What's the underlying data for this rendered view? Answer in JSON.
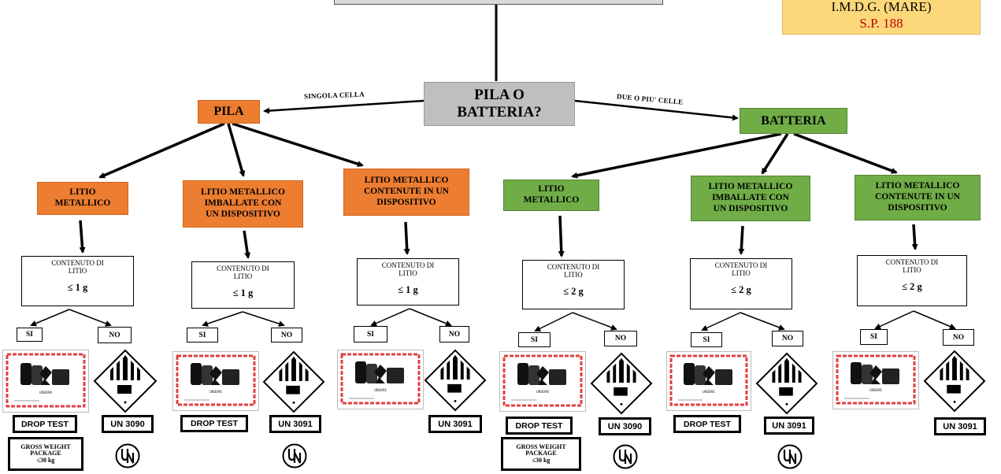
{
  "imdg": {
    "title": "I.M.D.G. (MARE)",
    "code": "S.P. 188"
  },
  "question": {
    "line1": "PILA O",
    "line2": "BATTERIA?"
  },
  "edges": {
    "single": "SINGOLA CELLA",
    "multi": "DUE O PIU' CELLE"
  },
  "pila": {
    "label": "PILA"
  },
  "batteria": {
    "label": "BATTERIA"
  },
  "categories": [
    {
      "lines": [
        "LITIO",
        "METALLICO"
      ]
    },
    {
      "lines": [
        "LITIO METALLICO",
        "IMBALLATE CON",
        "UN DISPOSITIVO"
      ]
    },
    {
      "lines": [
        "LITIO METALLICO",
        "CONTENUTE IN UN",
        "DISPOSITIVO"
      ]
    },
    {
      "lines": [
        "LITIO",
        "METALLICO"
      ]
    },
    {
      "lines": [
        "LITIO METALLICO",
        "IMBALLATE CON",
        "UN DISPOSITIVO"
      ]
    },
    {
      "lines": [
        "LITIO METALLICO",
        "CONTENUTE IN UN",
        "DISPOSITIVO"
      ]
    }
  ],
  "content": [
    {
      "l1": "CONTENUTO DI",
      "l2": "LITIO",
      "limit": "≤ 1 g"
    },
    {
      "l1": "CONTENUTO DI",
      "l2": "LITIO",
      "limit": "≤ 1 g"
    },
    {
      "l1": "CONTENUTO DI",
      "l2": "LITIO",
      "limit": "≤ 1 g"
    },
    {
      "l1": "CONTENUTO DI",
      "l2": "LITIO",
      "limit": "≤ 2 g"
    },
    {
      "l1": "CONTENUTO DI",
      "l2": "LITIO",
      "limit": "≤ 2 g"
    },
    {
      "l1": "CONTENUTO DI",
      "l2": "LITIO",
      "limit": "≤ 2 g"
    }
  ],
  "yes": "SI",
  "no": "NO",
  "labels": [
    "UN3090",
    "UN3091",
    "UN3091",
    "UN3090",
    "UN3091",
    "UN3091"
  ],
  "drop_test": "DROP TEST",
  "gross": {
    "l1": "GROSS WEIGHT",
    "l2": "PACKAGE",
    "l3": "≤30 kg"
  },
  "un_numbers": [
    "UN 3090",
    "UN 3091",
    "UN 3091",
    "UN 3090",
    "UN 3091",
    "UN 3091"
  ],
  "colors": {
    "orange": "#ed7d31",
    "green": "#70ad47",
    "grey": "#bfbfbf",
    "imdg": "#fcd87a",
    "red_text": "#c00000"
  }
}
